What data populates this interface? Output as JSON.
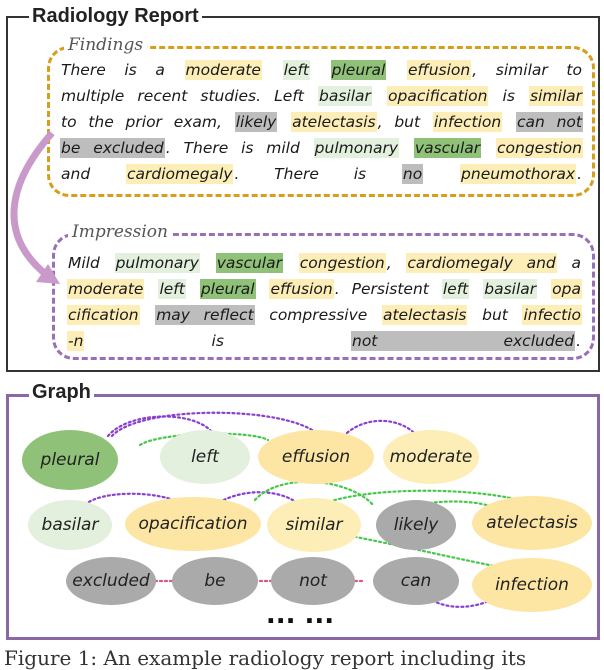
{
  "report": {
    "title": "Radiology Report",
    "findings": {
      "title": "Findings",
      "lines": [
        [
          [
            "There is a ",
            "n"
          ],
          [
            "moderate",
            "y"
          ],
          [
            " ",
            "n"
          ],
          [
            "left",
            "g"
          ],
          [
            " ",
            "n"
          ],
          [
            "pleural",
            "d"
          ],
          [
            " ",
            "n"
          ],
          [
            "effusion",
            "y"
          ],
          [
            ", similar to",
            "n"
          ]
        ],
        [
          [
            "multiple recent studies. Left ",
            "n"
          ],
          [
            "basilar",
            "g"
          ],
          [
            " ",
            "n"
          ],
          [
            "opacification",
            "y"
          ],
          [
            " is ",
            "n"
          ],
          [
            "similar",
            "y"
          ]
        ],
        [
          [
            "to the prior exam, ",
            "n"
          ],
          [
            "likely",
            "x"
          ],
          [
            " ",
            "n"
          ],
          [
            "atelectasis",
            "y"
          ],
          [
            ", but ",
            "n"
          ],
          [
            "infection",
            "y"
          ],
          [
            " ",
            "n"
          ],
          [
            "can not",
            "x"
          ]
        ],
        [
          [
            "be excluded",
            "x"
          ],
          [
            ". There is mild ",
            "n"
          ],
          [
            "pulmonary",
            "g"
          ],
          [
            " ",
            "n"
          ],
          [
            "vascular",
            "d"
          ],
          [
            " ",
            "n"
          ],
          [
            "congestion",
            "y"
          ]
        ],
        [
          [
            "and ",
            "n"
          ],
          [
            "cardiomegaly",
            "y"
          ],
          [
            ". There is ",
            "n"
          ],
          [
            "no",
            "x"
          ],
          [
            " ",
            "n"
          ],
          [
            "pneumothorax",
            "y"
          ],
          [
            ".",
            "n"
          ]
        ]
      ]
    },
    "impression": {
      "title": "Impression",
      "lines": [
        [
          [
            "Mild ",
            "n"
          ],
          [
            "pulmonary",
            "g"
          ],
          [
            " ",
            "n"
          ],
          [
            "vascular",
            "d"
          ],
          [
            " ",
            "n"
          ],
          [
            "congestion",
            "y"
          ],
          [
            ", ",
            "n"
          ],
          [
            "cardiomegaly and",
            "y"
          ],
          [
            " a",
            "n"
          ]
        ],
        [
          [
            "moderate",
            "y"
          ],
          [
            " ",
            "n"
          ],
          [
            "left",
            "g"
          ],
          [
            " ",
            "n"
          ],
          [
            "pleural",
            "d"
          ],
          [
            " ",
            "n"
          ],
          [
            "effusion",
            "y"
          ],
          [
            ". Persistent ",
            "n"
          ],
          [
            "left",
            "g"
          ],
          [
            " ",
            "n"
          ],
          [
            "basilar",
            "g"
          ],
          [
            " ",
            "n"
          ],
          [
            "opa",
            "y"
          ]
        ],
        [
          [
            "cification",
            "y"
          ],
          [
            " ",
            "n"
          ],
          [
            "may reflect",
            "x"
          ],
          [
            " compressive ",
            "n"
          ],
          [
            "atelectasis",
            "y"
          ],
          [
            " but ",
            "n"
          ],
          [
            "infectio",
            "y"
          ]
        ],
        [
          [
            "-n",
            "y"
          ],
          [
            " is ",
            "n"
          ],
          [
            "not excluded",
            "x"
          ],
          [
            ".",
            "n"
          ]
        ]
      ]
    }
  },
  "graph": {
    "title": "Graph",
    "nodes": [
      {
        "id": "pleural",
        "label": "pleural",
        "color": "#8fc278"
      },
      {
        "id": "left",
        "label": "left",
        "color": "#e2f0dd"
      },
      {
        "id": "effusion",
        "label": "effusion",
        "color": "#fde6a3"
      },
      {
        "id": "moderate",
        "label": "moderate",
        "color": "#fdeeb7"
      },
      {
        "id": "basilar",
        "label": "basilar",
        "color": "#e2f0dd"
      },
      {
        "id": "opacification",
        "label": "opacification",
        "color": "#fde6a3"
      },
      {
        "id": "similar",
        "label": "similar",
        "color": "#fdeeb7"
      },
      {
        "id": "likely",
        "label": "likely",
        "color": "#aaaaaa"
      },
      {
        "id": "atelectasis",
        "label": "atelectasis",
        "color": "#fde6a3"
      },
      {
        "id": "excluded",
        "label": "excluded",
        "color": "#aaaaaa"
      },
      {
        "id": "be",
        "label": "be",
        "color": "#aaaaaa"
      },
      {
        "id": "not",
        "label": "not",
        "color": "#aaaaaa"
      },
      {
        "id": "can",
        "label": "can",
        "color": "#aaaaaa"
      },
      {
        "id": "infection",
        "label": "infection",
        "color": "#fde6a3"
      }
    ],
    "ellipsis": "... ...",
    "edge_colors": {
      "purple": "#8a3fd0",
      "green": "#46c84a",
      "pink": "#e0557a"
    }
  },
  "caption": "Figure 1: An example radiology report including its",
  "colors": {
    "findings_border": "#d79e1c",
    "impression_border": "#9a6fb8",
    "arrow": "#c99ac9",
    "graph_border": "#8a68a3"
  }
}
